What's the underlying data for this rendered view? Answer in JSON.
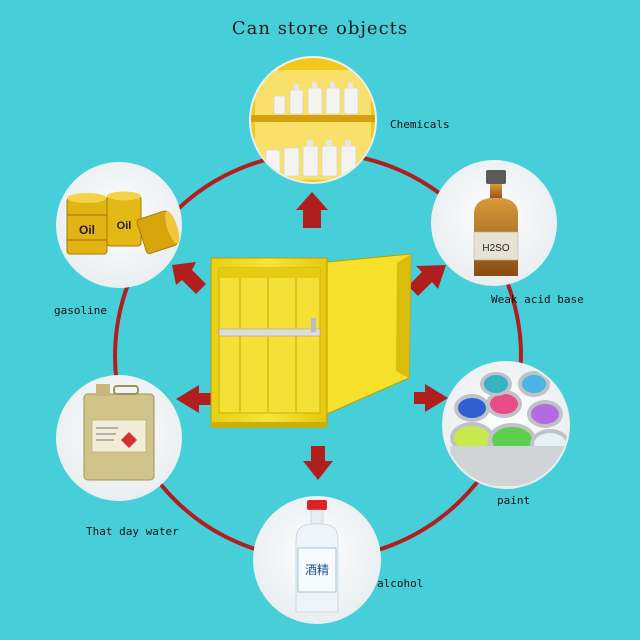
{
  "title": "Can store objects",
  "items": [
    {
      "id": "chemicals",
      "label": "Chemicals",
      "icon": "chemical-bottles-on-shelf-icon"
    },
    {
      "id": "weak-acid-base",
      "label": "Weak acid base",
      "bottle_text": "H2SO",
      "icon": "acid-bottle-icon"
    },
    {
      "id": "paint",
      "label": "paint",
      "icon": "paint-cans-icon"
    },
    {
      "id": "alcohol",
      "label": "alcohol",
      "bottle_text": "酒精",
      "icon": "alcohol-bottle-icon"
    },
    {
      "id": "that-day-water",
      "label": "That day water",
      "icon": "jerry-can-icon"
    },
    {
      "id": "gasoline",
      "label": "gasoline",
      "drum_text": "Oil",
      "icon": "oil-drums-icon"
    }
  ],
  "colors": {
    "background": "#47cfd9",
    "ring": "#b01e1e",
    "arrow": "#b01e1e",
    "cabinet": "#f3dc1c"
  }
}
